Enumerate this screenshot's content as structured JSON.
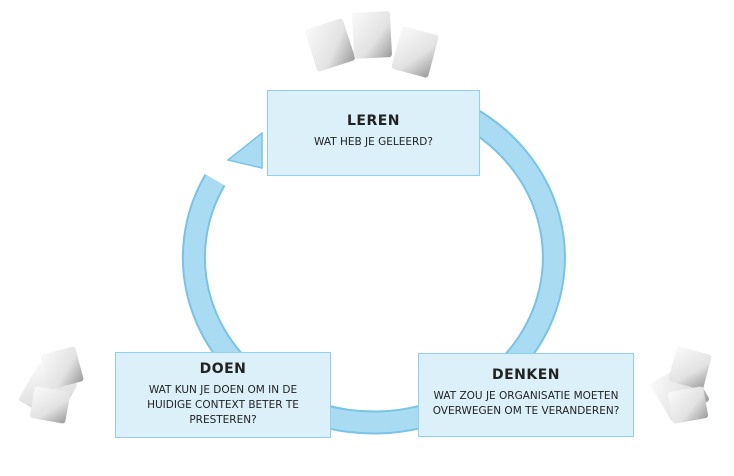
{
  "colors": {
    "ring": "#a9dcf2",
    "ring_edge": "#78c3e6",
    "box_fill": "#dcf0fa",
    "box_border": "#8fd0ee"
  },
  "steps": [
    {
      "title": "LEREN",
      "question": "WAT HEB JE GELEERD?"
    },
    {
      "title": "DENKEN",
      "question": "WAT ZOU JE ORGANISATIE MOETEN OVERWEGEN OM TE VERANDEREN?"
    },
    {
      "title": "DOEN",
      "question": "WAT KUN JE DOEN OM IN DE HUIDIGE CONTEXT BETER TE PRESTEREN?"
    }
  ]
}
